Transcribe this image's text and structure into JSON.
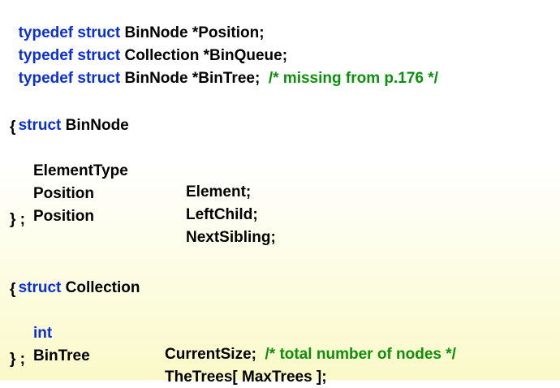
{
  "colors": {
    "keyword": "#0b2fd6",
    "comment": "#0c8f0c",
    "text": "#000000"
  },
  "code": {
    "typedefs": [
      {
        "kw": "typedef struct",
        "rest": " BinNode *Position;"
      },
      {
        "kw": "typedef struct",
        "rest": " Collection *BinQueue;"
      },
      {
        "kw": "typedef struct",
        "rest": " BinNode *BinTree;  ",
        "comment": "/* missing from p.176 */"
      }
    ],
    "binnode": {
      "kw": "struct",
      "name": " BinNode",
      "open": "{",
      "fields": [
        {
          "type": "ElementType",
          "name": "Element;"
        },
        {
          "type": "Position",
          "name": "LeftChild;"
        },
        {
          "type": "Position",
          "name": "NextSibling;"
        }
      ],
      "close": "} ;"
    },
    "collection": {
      "kw": "struct",
      "name": " Collection",
      "open": "{",
      "field1": {
        "type": "int",
        "name": "CurrentSize;  ",
        "comment": "/* total number of nodes */"
      },
      "field2": {
        "type": "BinTree",
        "name": "TheTrees[ MaxTrees ];"
      },
      "close": "} ;"
    }
  }
}
